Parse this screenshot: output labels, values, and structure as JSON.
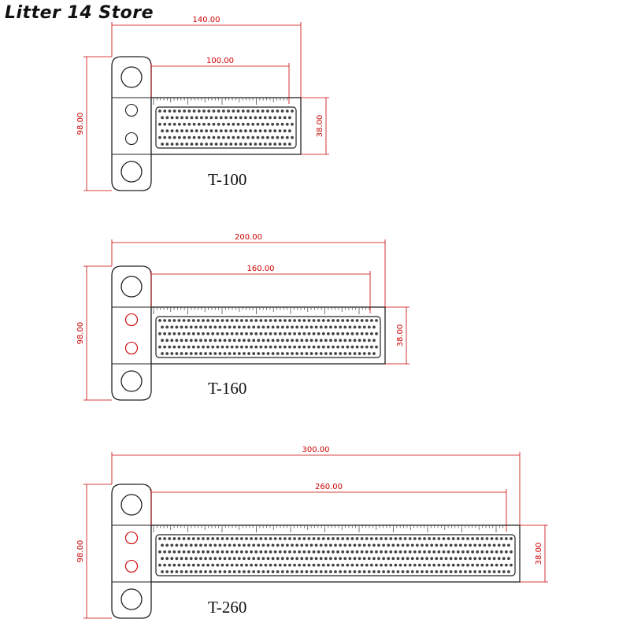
{
  "header": {
    "store_name": "Litter 14 Store"
  },
  "colors": {
    "dimension": "#cc0000",
    "outline": "#222222",
    "fill": "#ffffff"
  },
  "rulers": [
    {
      "model": "T-100",
      "total_length": "140.00",
      "scale_length": "100.00",
      "height": "98.00",
      "width": "38.00",
      "mid_hole_style": "black"
    },
    {
      "model": "T-160",
      "total_length": "200.00",
      "scale_length": "160.00",
      "height": "98.00",
      "width": "38.00",
      "mid_hole_style": "red"
    },
    {
      "model": "T-260",
      "total_length": "300.00",
      "scale_length": "260.00",
      "height": "98.00",
      "width": "38.00",
      "mid_hole_style": "red"
    }
  ]
}
